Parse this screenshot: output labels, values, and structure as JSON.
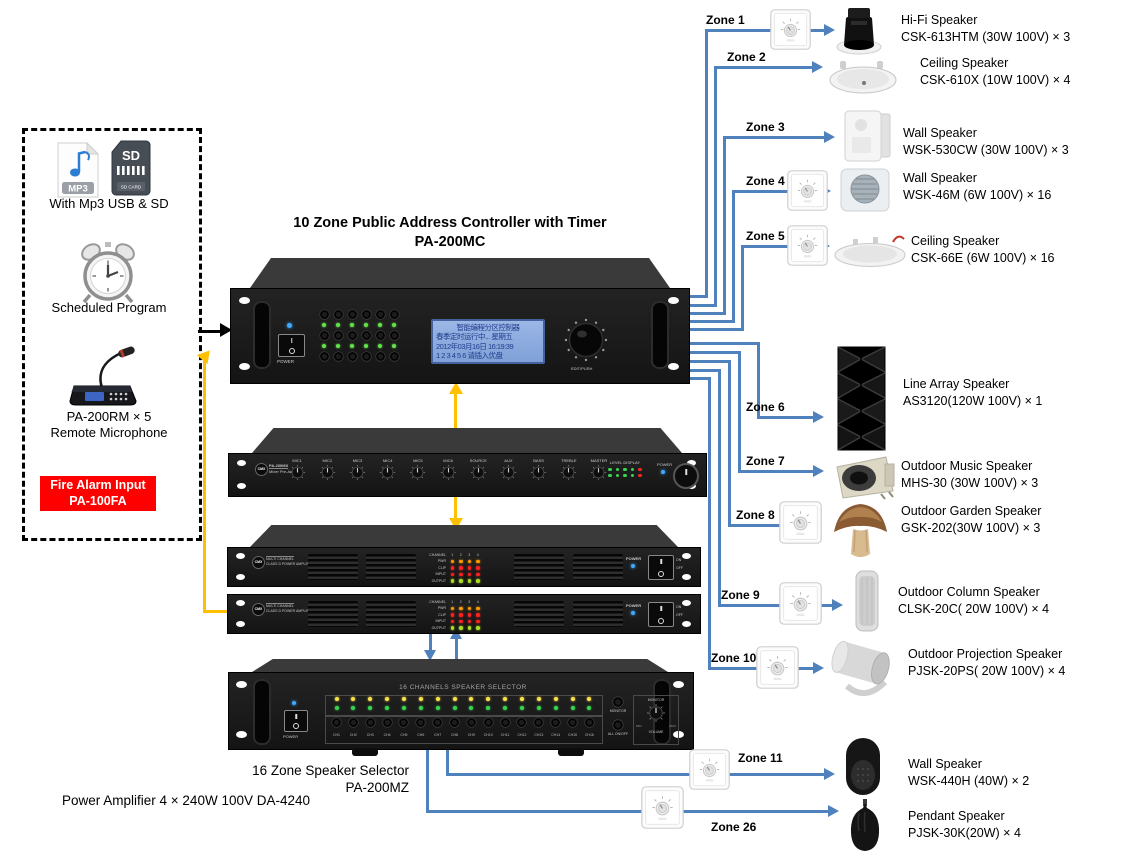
{
  "diagram_title": {
    "line1": "10 Zone Public Address Controller with Timer",
    "line2": "PA-200MC"
  },
  "left_panel": {
    "mp3_icon_label": "MP3",
    "sd_icon_label": "SD",
    "sd_icon_sub": "SD CARD",
    "caption_mp3": "With Mp3 USB & SD",
    "caption_clock": "Scheduled Program",
    "mic_line1": "PA-200RM × 5",
    "mic_line2": "Remote Microphone",
    "fire_alarm_line1": "Fire Alarm Input",
    "fire_alarm_line2": "PA-100FA"
  },
  "controller": {
    "power_label": "POWER",
    "knob_label": "EDIT/PUSH",
    "lcd_lines": [
      "智能编程分区控制器",
      "春季定时运行中... 星期五",
      "2012年03月16日  16:19:39",
      "1 2 3 4 5 6  请插入优盘"
    ]
  },
  "mixer": {
    "brand": "CMX",
    "model": "PA-200MX",
    "subtitle": "Mixer Pre-Amp",
    "knob_labels": [
      "MIC1",
      "MIC2",
      "MIC3",
      "MIC4",
      "MIC5",
      "MIC6",
      "SOURCE",
      "AUX",
      "BASS",
      "TREBLE",
      "MASTER"
    ],
    "level_display_label": "LEVEL DISPLAY",
    "power_label": "POWER"
  },
  "amplifier": {
    "brand": "CMX",
    "model_line1": "MULTI CHANNEL",
    "model_line2": "CLASS D POWER AMPLIFIER",
    "channel_label": "CHANNEL",
    "channels": [
      "1",
      "2",
      "3",
      "4"
    ],
    "row_labels": [
      "PWR",
      "CLIP",
      "INPUT",
      "OUTPUT"
    ],
    "power_label": "POWER",
    "switch_on": "ON",
    "switch_off": "OFF"
  },
  "selector": {
    "panel_title": "16 CHANNELS SPEAKER SELECTOR",
    "channel_labels": [
      "CH1",
      "CH2",
      "CH3",
      "CH4",
      "CH5",
      "CH6",
      "CH7",
      "CH8",
      "CH9",
      "CH10",
      "CH11",
      "CH12",
      "CH13",
      "CH14",
      "CH15",
      "CH16"
    ],
    "monitor_button": "MONITOR",
    "all_onoff_button": "ALL ON/OFF",
    "monitor_label": "MONITOR",
    "volume_label": "VOLUME",
    "min_label": "MIN",
    "max_label": "MAX",
    "power_label": "POWER",
    "caption_line1": "16 Zone Speaker Selector",
    "caption_line2": "PA-200MZ"
  },
  "bottom_caption": "Power Amplifier 4 × 240W 100V  DA-4240",
  "zones": [
    {
      "label": "Zone 1",
      "line1": "Hi-Fi Speaker",
      "line2": "CSK-613HTM (30W 100V) × 3"
    },
    {
      "label": "Zone 2",
      "line1": "Ceiling  Speaker",
      "line2": "CSK-610X (10W 100V) × 4"
    },
    {
      "label": "Zone 3",
      "line1": "Wall Speaker",
      "line2": "WSK-530CW (30W 100V) × 3"
    },
    {
      "label": "Zone 4",
      "line1": "Wall Speaker",
      "line2": "WSK-46M (6W 100V) × 16"
    },
    {
      "label": "Zone 5",
      "line1": "Ceiling Speaker",
      "line2": "CSK-66E (6W 100V) × 16"
    },
    {
      "label": "Zone 6",
      "line1": "Line Array Speaker",
      "line2": "AS3120(120W 100V) × 1"
    },
    {
      "label": "Zone 7",
      "line1": "Outdoor Music Speaker",
      "line2": "MHS-30 (30W 100V) × 3"
    },
    {
      "label": "Zone 8",
      "line1": "Outdoor Garden Speaker",
      "line2": "GSK-202(30W 100V) × 3"
    },
    {
      "label": "Zone 9",
      "line1": "Outdoor  Column Speaker",
      "line2": "CLSK-20C( 20W 100V) × 4"
    },
    {
      "label": "Zone 10",
      "line1": "Outdoor  Projection Speaker",
      "line2": "PJSK-20PS( 20W 100V) × 4"
    },
    {
      "label": "Zone 11",
      "line1": "Wall Speaker",
      "line2": "WSK-440H (40W) × 2"
    },
    {
      "label": "Zone 26",
      "line1": "Pendant Speaker",
      "line2": "PJSK-30K(20W) × 4"
    }
  ],
  "colors": {
    "wire_blue": "#4f81bd",
    "wire_yellow": "#ffc000",
    "alarm_red": "#ff0000"
  }
}
